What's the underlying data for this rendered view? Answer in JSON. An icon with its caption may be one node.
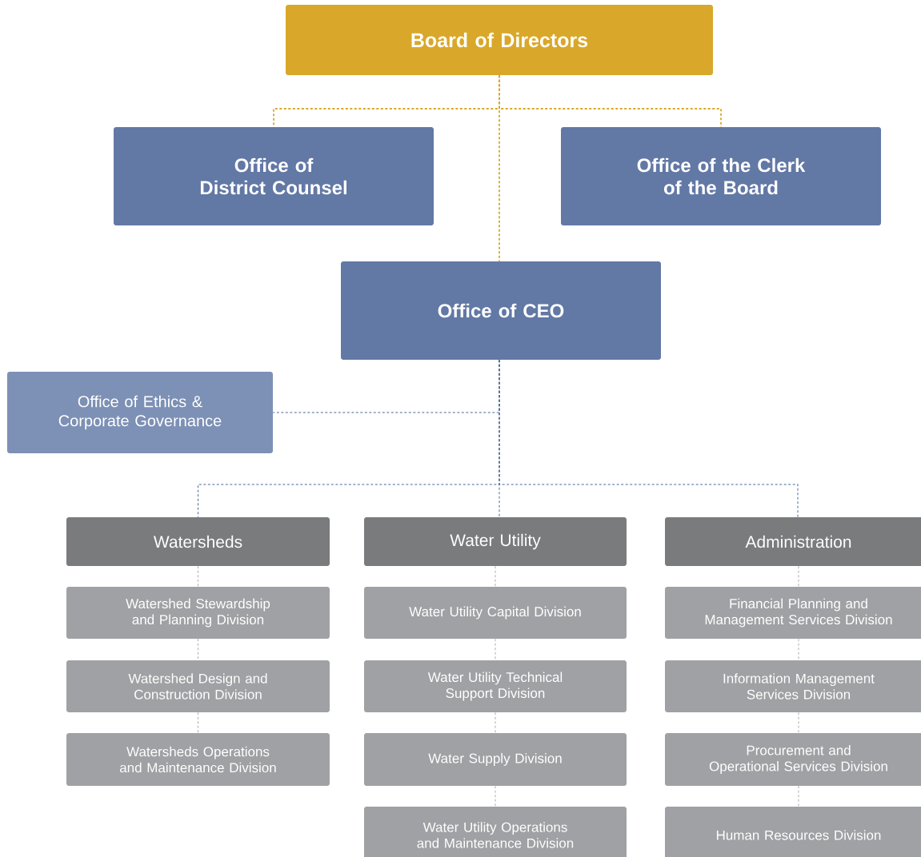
{
  "diagram": {
    "nodes": [
      {
        "text": [
          "Board of Directors"
        ]
      },
      {
        "text": [
          "Office of District Counsel"
        ]
      },
      {
        "text": [
          "Office of the Clerk of the Board"
        ]
      },
      {
        "text": [
          "Office of CEO"
        ]
      },
      {
        "text": [
          "Office of Ethics & Corporate Governance"
        ]
      },
      {
        "text": [
          "Watersheds"
        ]
      },
      {
        "text": [
          "Water Utility"
        ]
      },
      {
        "text": [
          "Administration"
        ]
      },
      {
        "text": [
          "Watershed Stewardship and Planning Division"
        ]
      },
      {
        "text": [
          "Watershed Design and Construction Division"
        ]
      },
      {
        "text": [
          "Watersheds Operations and Maintenance Division"
        ]
      },
      {
        "text": [
          "Water Utility Capital Division"
        ]
      },
      {
        "text": [
          "Water Utility Technical Support Division"
        ]
      },
      {
        "text": [
          "Water Supply Division"
        ]
      },
      {
        "text": [
          "Water Utility Operations and Maintenance Division"
        ]
      },
      {
        "text": [
          "Financial Planning and Management Services Division"
        ]
      },
      {
        "text": [
          "Information Management Services Division"
        ]
      },
      {
        "text": [
          "Procurement and Operational Services Division"
        ]
      },
      {
        "text": [
          "Human Resources Division"
        ]
      }
    ],
    "edges": [
      {
        "from": 0,
        "to": 1,
        "arrow": "none",
        "style": "dashed",
        "color": "#d9a82a"
      },
      {
        "from": 0,
        "to": 2,
        "arrow": "none",
        "style": "dashed",
        "color": "#d9a82a"
      },
      {
        "from": 0,
        "to": 3,
        "arrow": "none",
        "style": "dashed",
        "color": "#d9a82a"
      },
      {
        "from": 3,
        "to": 4,
        "arrow": "none",
        "style": "dashed",
        "color": "#4a6a9a"
      },
      {
        "from": 3,
        "to": 5,
        "arrow": "none",
        "style": "dashed",
        "color": "#4a6a9a"
      },
      {
        "from": 3,
        "to": 6,
        "arrow": "none",
        "style": "dashed",
        "color": "#4a6a9a"
      },
      {
        "from": 3,
        "to": 7,
        "arrow": "none",
        "style": "dashed",
        "color": "#4a6a9a"
      },
      {
        "from": 5,
        "to": 8,
        "arrow": "none",
        "style": "dashed",
        "color": "#8a8a8a"
      },
      {
        "from": 8,
        "to": 9,
        "arrow": "none",
        "style": "dashed",
        "color": "#8a8a8a"
      },
      {
        "from": 9,
        "to": 10,
        "arrow": "none",
        "style": "dashed",
        "color": "#8a8a8a"
      },
      {
        "from": 6,
        "to": 11,
        "arrow": "none",
        "style": "dashed",
        "color": "#8a8a8a"
      },
      {
        "from": 11,
        "to": 12,
        "arrow": "none",
        "style": "dashed",
        "color": "#8a8a8a"
      },
      {
        "from": 12,
        "to": 13,
        "arrow": "none",
        "style": "dashed",
        "color": "#8a8a8a"
      },
      {
        "from": 13,
        "to": 14,
        "arrow": "none",
        "style": "dashed",
        "color": "#8a8a8a"
      },
      {
        "from": 7,
        "to": 15,
        "arrow": "none",
        "style": "dashed",
        "color": "#8a8a8a"
      },
      {
        "from": 15,
        "to": 16,
        "arrow": "none",
        "style": "dashed",
        "color": "#8a8a8a"
      },
      {
        "from": 16,
        "to": 17,
        "arrow": "none",
        "style": "dashed",
        "color": "#8a8a8a"
      },
      {
        "from": 17,
        "to": 18,
        "arrow": "none",
        "style": "dashed",
        "color": "#8a8a8a"
      }
    ]
  }
}
